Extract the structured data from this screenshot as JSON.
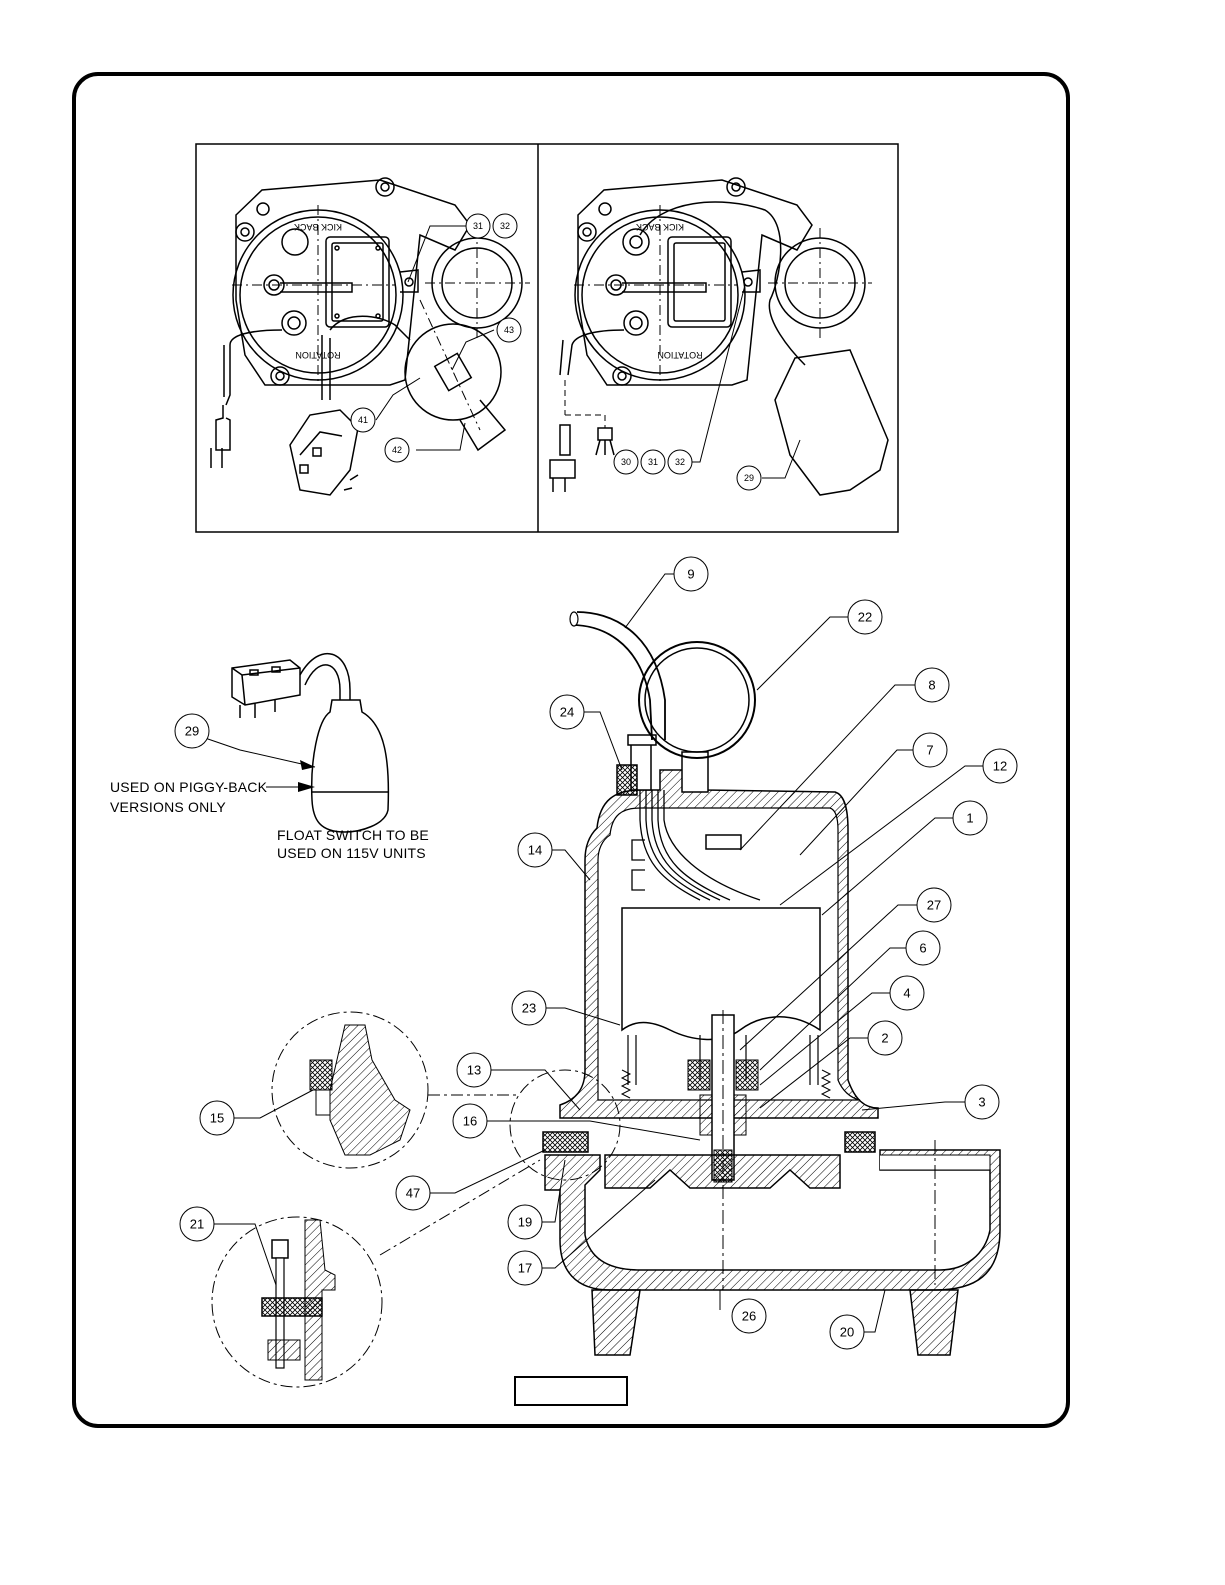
{
  "callouts_top_left": [
    "31",
    "32",
    "43",
    "41",
    "42"
  ],
  "callouts_top_right": [
    "30",
    "31",
    "32",
    "29"
  ],
  "callouts_main": [
    "9",
    "22",
    "8",
    "24",
    "7",
    "12",
    "1",
    "14",
    "27",
    "6",
    "4",
    "23",
    "2",
    "13",
    "3",
    "15",
    "16",
    "47",
    "19",
    "17",
    "21",
    "26",
    "20",
    "29"
  ],
  "motor_labels": {
    "kick_back": "KICK BACK",
    "rotation": "ROTATION"
  },
  "notes": {
    "piggy_back_line1": "USED ON PIGGY-BACK",
    "piggy_back_line2": "VERSIONS ONLY",
    "float_line1": "FLOAT SWITCH TO BE",
    "float_line2": "USED ON 115V UNITS"
  },
  "figure_label": ""
}
